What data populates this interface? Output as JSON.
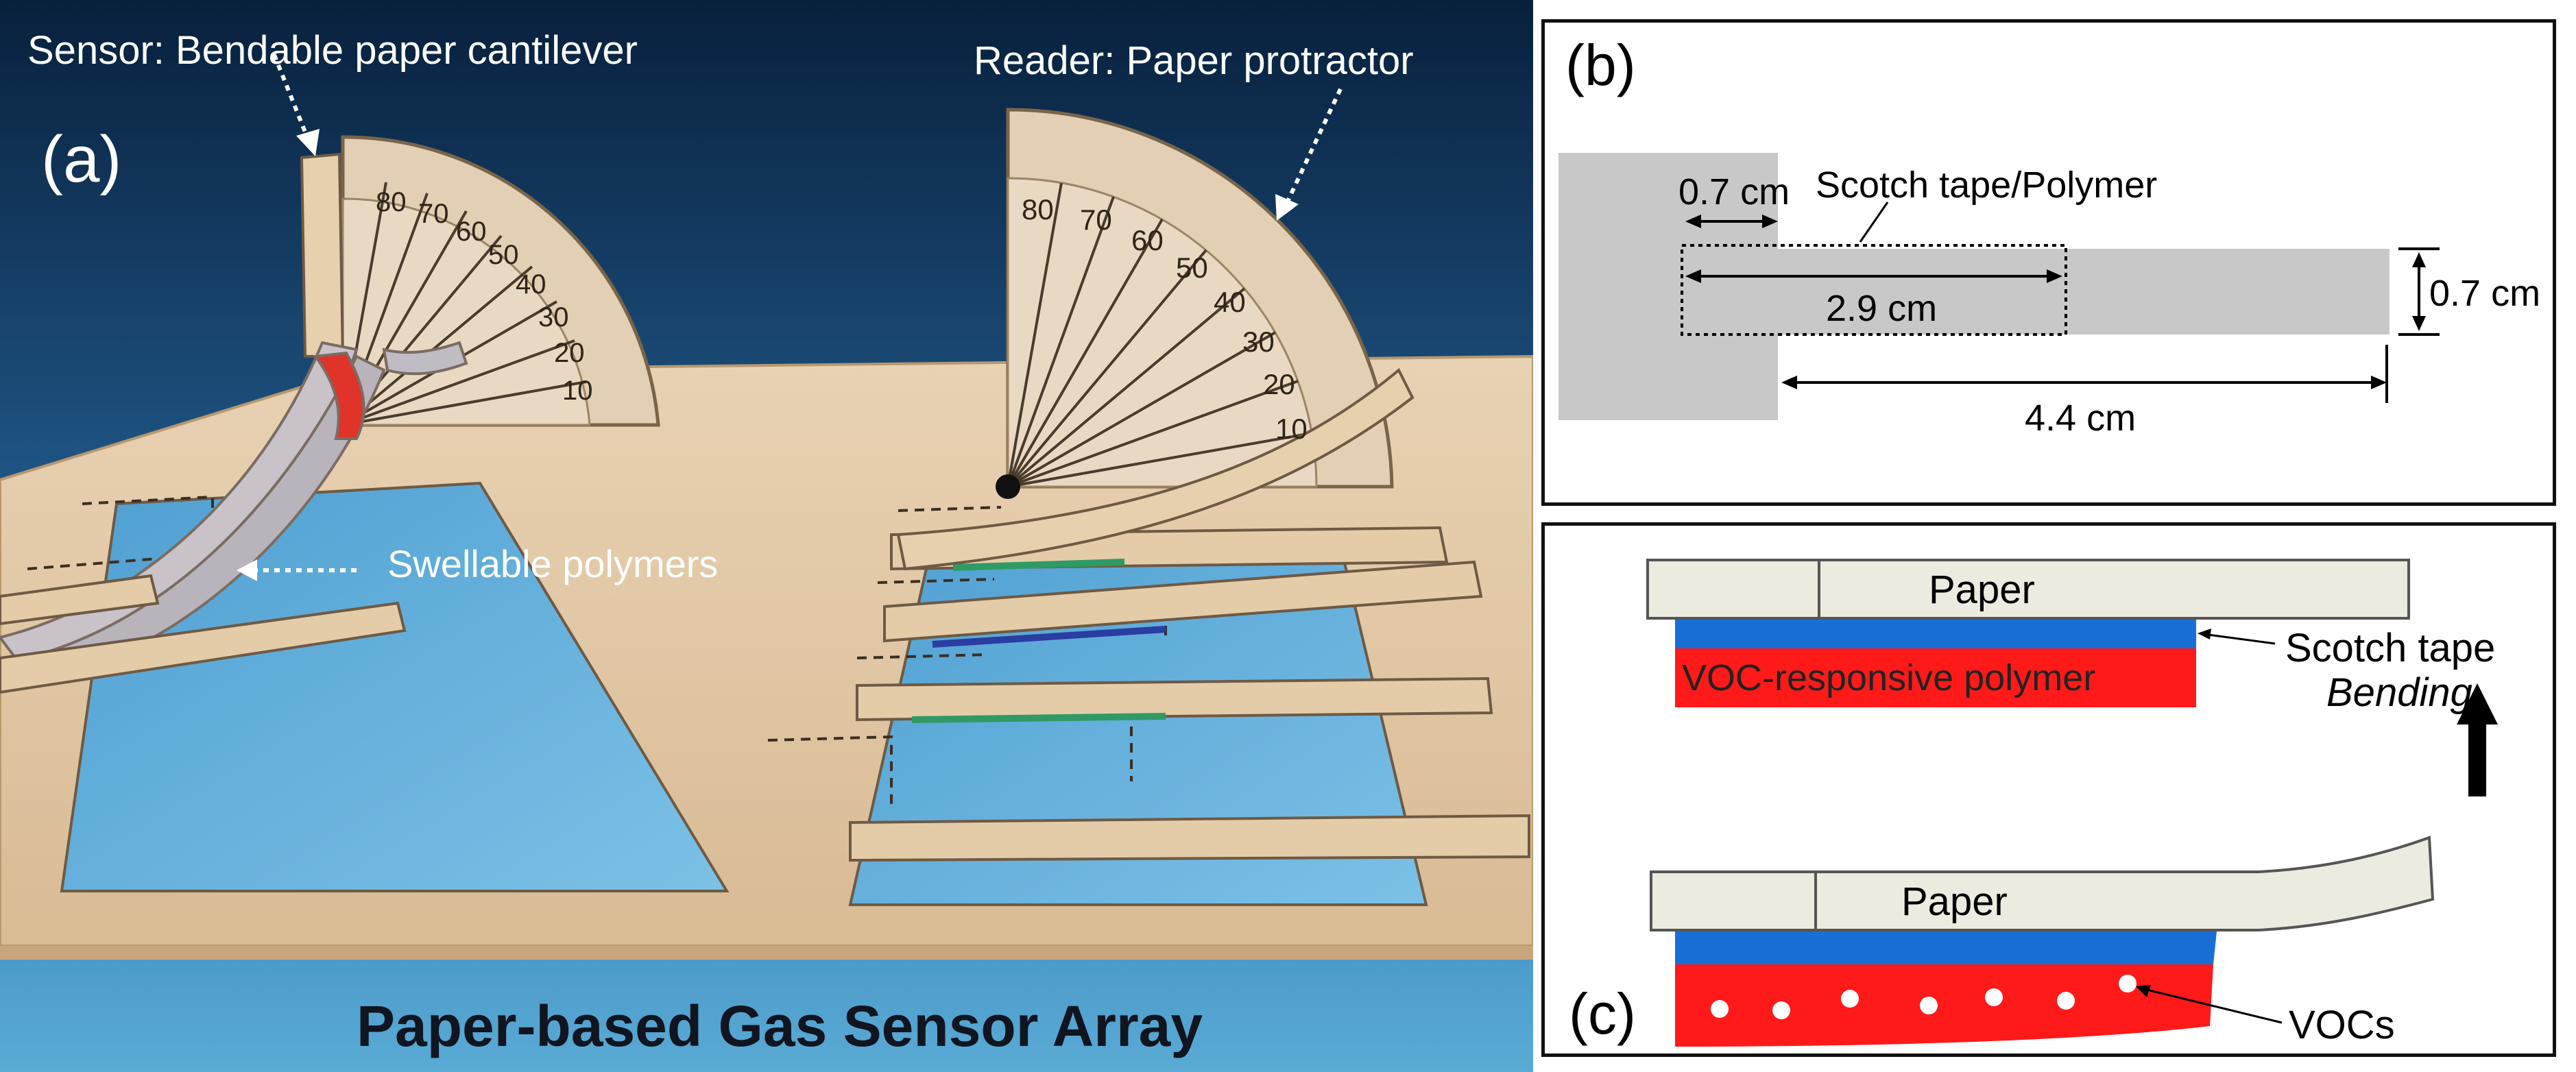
{
  "panel_a": {
    "letter": "(a)",
    "sensor_label": "Sensor: Bendable paper cantilever",
    "reader_label": "Reader: Paper protractor",
    "polymer_label": "Swellable polymers",
    "title": "Paper-based Gas Sensor Array",
    "protractor_left_ticks": [
      "80",
      "70",
      "60",
      "50",
      "40",
      "30",
      "20",
      "10"
    ],
    "protractor_right_ticks": [
      "80",
      "70",
      "60",
      "50",
      "40",
      "30",
      "20",
      "10"
    ]
  },
  "panel_b": {
    "letter": "(b)",
    "dim_top": "0.7 cm",
    "tape_label": "Scotch tape/Polymer",
    "dim_middle": "2.9 cm",
    "dim_right": "0.7 cm",
    "dim_bottom": "4.4 cm"
  },
  "panel_c": {
    "letter": "(c)",
    "paper_top": "Paper",
    "tape_label": "Scotch tape",
    "polymer_label": "VOC-responsive polymer",
    "bending_label": "Bending",
    "paper_bottom": "Paper",
    "voc_label": "VOCs"
  },
  "colors": {
    "background_dark": "#0d2a4a",
    "background_blue": "#2a6a9a",
    "board": "#e2c9a8",
    "well": "#5aa5d5",
    "gray_strip": "#c8c8c8",
    "tape_blue": "#1a6fd6",
    "polymer_red": "#ff1a1a",
    "paper_fill": "#ebebe0"
  }
}
